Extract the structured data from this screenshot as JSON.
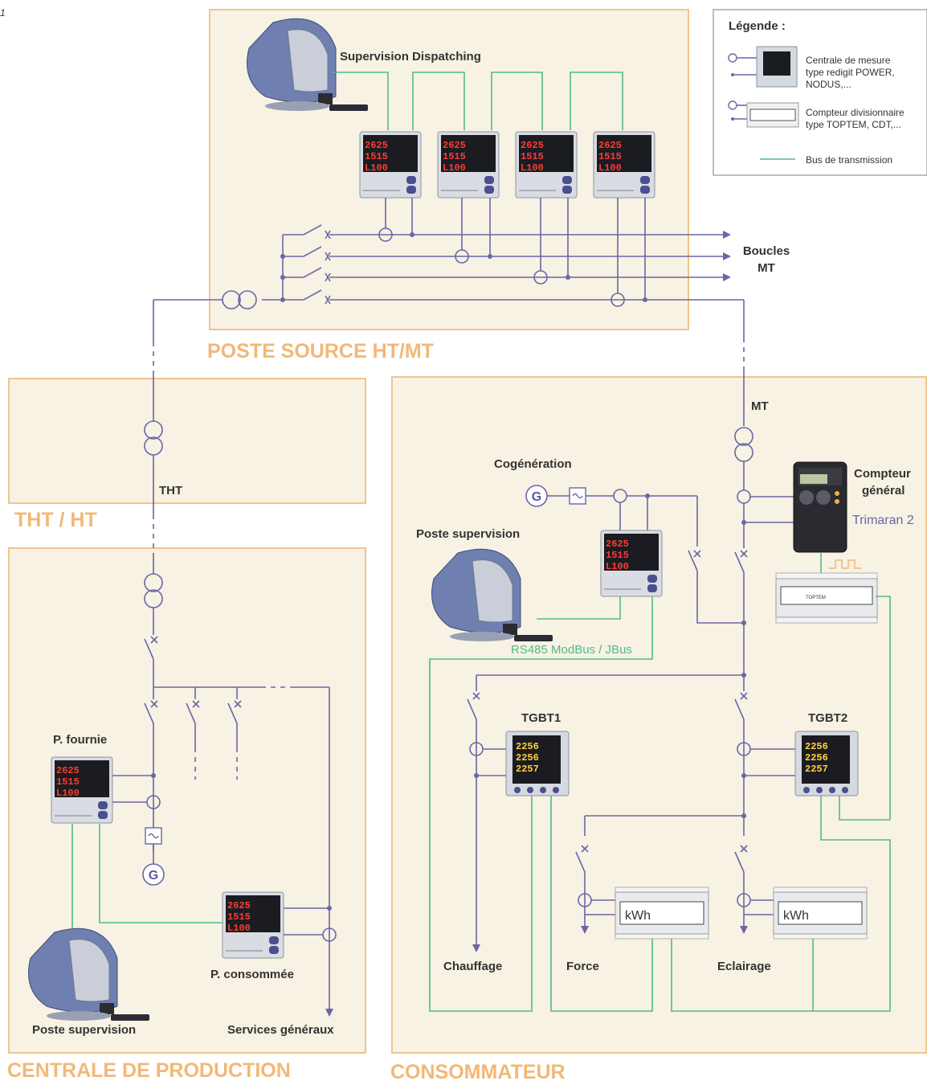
{
  "page_number": "1",
  "legend": {
    "title": "Légende :",
    "item1": [
      "Centrale de mesure",
      "type redigit POWER,",
      "NODUS,..."
    ],
    "item2": [
      "Compteur divisionnaire",
      "type TOPTEM, CDT,..."
    ],
    "item3": "Bus de transmission"
  },
  "zones": {
    "poste_source": "POSTE SOURCE HT/MT",
    "tht_ht": "THT / HT",
    "centrale": "CENTRALE DE PRODUCTION",
    "consommateur": "CONSOMMATEUR"
  },
  "labels": {
    "supervision_dispatching": "Supervision Dispatching",
    "boucles_mt_1": "Boucles",
    "boucles_mt_2": "MT",
    "tht": "THT",
    "mt": "MT",
    "p_fournie": "P. fournie",
    "p_consommee": "P. consommée",
    "poste_supervision_left": "Poste supervision",
    "services_generaux": "Services généraux",
    "cogeneration": "Cogénération",
    "poste_supervision_right": "Poste supervision",
    "compteur_general_1": "Compteur",
    "compteur_general_2": "général",
    "trimaran": "Trimaran 2",
    "rs485": "RS485 ModBus / JBus",
    "tgbt1": "TGBT1",
    "tgbt2": "TGBT2",
    "chauffage": "Chauffage",
    "force": "Force",
    "eclairage": "Eclairage",
    "kwh": "kWh",
    "generator": "G",
    "toptem": "TOPTEM"
  },
  "meter_display": [
    "2625",
    "1515",
    "L100"
  ],
  "meter_display_alt": [
    "2256",
    "2256",
    "2257"
  ],
  "colors": {
    "zone_fill": "#f7f2e3",
    "zone_border": "#f2c48c",
    "zone_title": "#f2b877",
    "wire": "#6a66a6",
    "bus": "#52b98a",
    "rs485_text": "#52b98a",
    "trimaran_text": "#6a66a6"
  }
}
